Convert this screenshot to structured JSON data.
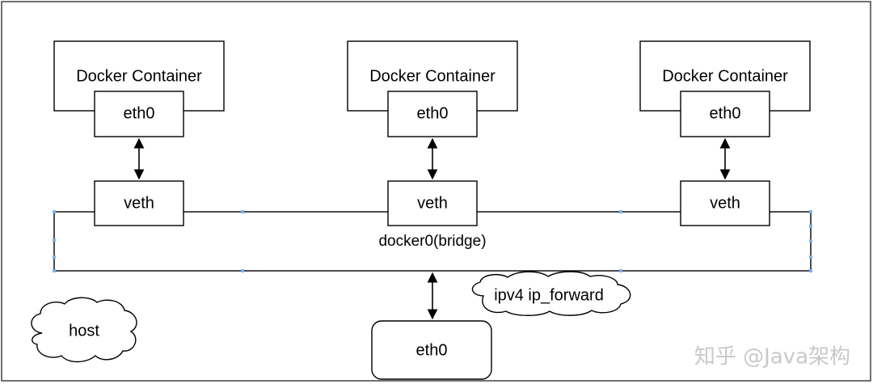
{
  "containers": [
    {
      "title": "Docker Container",
      "iface": "eth0",
      "veth": "veth"
    },
    {
      "title": "Docker Container",
      "iface": "eth0",
      "veth": "veth"
    },
    {
      "title": "Docker Container",
      "iface": "eth0",
      "veth": "veth"
    }
  ],
  "bridge": {
    "label": "docker0(bridge)"
  },
  "forwarding": {
    "label": "ipv4 ip_forward"
  },
  "host": {
    "label": "host",
    "iface": "eth0"
  },
  "watermark": {
    "text": "知乎 @Java架构"
  },
  "colors": {
    "stroke": "#000000",
    "background": "#ffffff",
    "handle": "#7fb3e6",
    "watermark": "#c9c9c9"
  }
}
